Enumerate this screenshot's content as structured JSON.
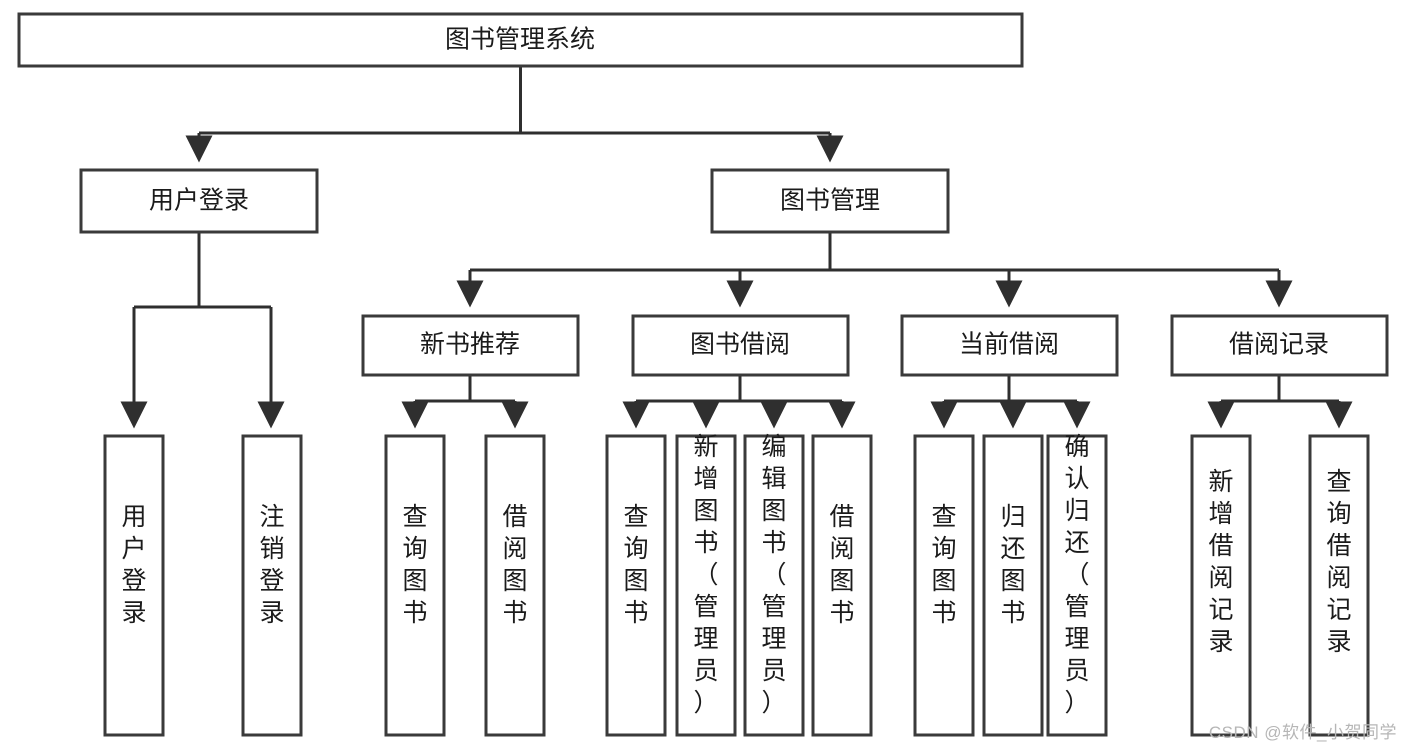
{
  "diagram": {
    "title": "图书管理系统",
    "watermark": "CSDN @软件_小贺同学",
    "colors": {
      "box_stroke": "#3a3a3a",
      "connector": "#2f2f2f",
      "background": "#ffffff",
      "text": "#1b1b1b",
      "watermark": "#b6b6b6"
    },
    "root": {
      "label": "图书管理系统"
    },
    "level2": [
      {
        "label": "用户登录"
      },
      {
        "label": "图书管理"
      }
    ],
    "level3": [
      {
        "label": "新书推荐"
      },
      {
        "label": "图书借阅"
      },
      {
        "label": "当前借阅"
      },
      {
        "label": "借阅记录"
      }
    ],
    "leaves": {
      "user_login": [
        {
          "label": "用户登录"
        },
        {
          "label": "注销登录"
        }
      ],
      "new_book_recommend": [
        {
          "label": "查询图书"
        },
        {
          "label": "借阅图书"
        }
      ],
      "book_borrow": [
        {
          "label": "查询图书"
        },
        {
          "label": "新增图书（管理员）"
        },
        {
          "label": "编辑图书（管理员）"
        },
        {
          "label": "借阅图书"
        }
      ],
      "current_borrow": [
        {
          "label": "查询图书"
        },
        {
          "label": "归还图书"
        },
        {
          "label": "确认归还（管理员）"
        }
      ],
      "borrow_record": [
        {
          "label": "新增借阅记录"
        },
        {
          "label": "查询借阅记录"
        }
      ]
    }
  }
}
